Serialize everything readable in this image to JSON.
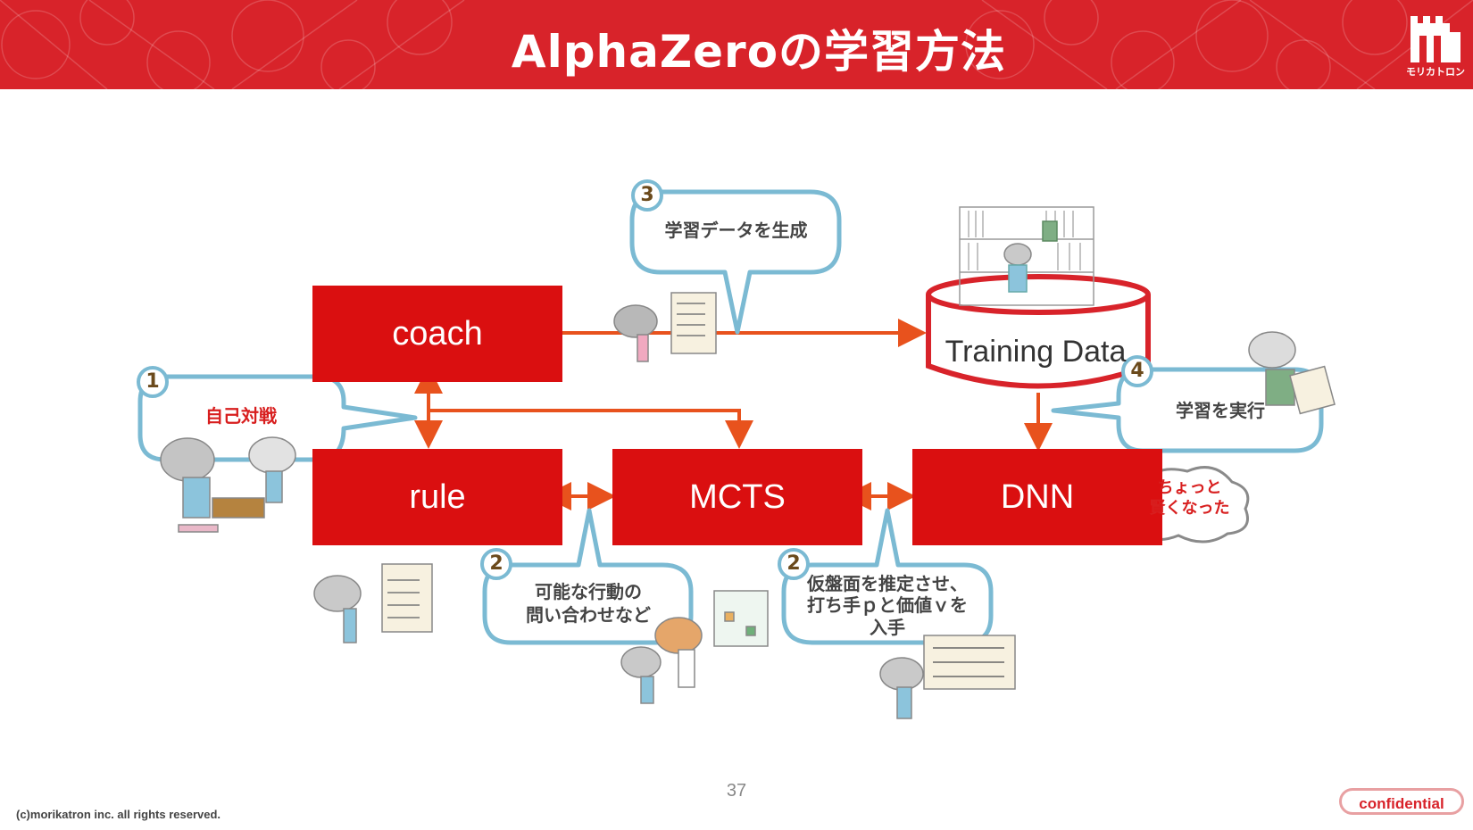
{
  "header": {
    "title": "AlphaZeroの学習方法",
    "logo_text": "モリカトロン",
    "bg_color": "#d8232a"
  },
  "boxes": {
    "coach": "coach",
    "rule": "rule",
    "mcts": "MCTS",
    "dnn": "DNN"
  },
  "database": {
    "label": "Training Data"
  },
  "callouts": {
    "self_play": {
      "number": "1",
      "text": "自己対戦"
    },
    "query_actions": {
      "number": "2",
      "text_line1": "可能な行動の",
      "text_line2": "問い合わせなど"
    },
    "estimate": {
      "number": "2",
      "text_line1": "仮盤面を推定させ、",
      "text_line2": "打ち手ｐと価値ｖを",
      "text_line3": "入手"
    },
    "generate_data": {
      "number": "3",
      "text": "学習データを生成"
    },
    "train": {
      "number": "4",
      "text": "学習を実行"
    },
    "smarter": {
      "text_line1": "ちょっと",
      "text_line2": "賢くなった"
    }
  },
  "footer": {
    "copyright": "(c)morikatron inc. all rights reserved.",
    "page_number": "37",
    "badge": "confidential"
  },
  "colors": {
    "box": "#da0f10",
    "arrow": "#e8521d",
    "bubble_border": "#7bbad3",
    "badge_number": "#6b4a1c"
  }
}
